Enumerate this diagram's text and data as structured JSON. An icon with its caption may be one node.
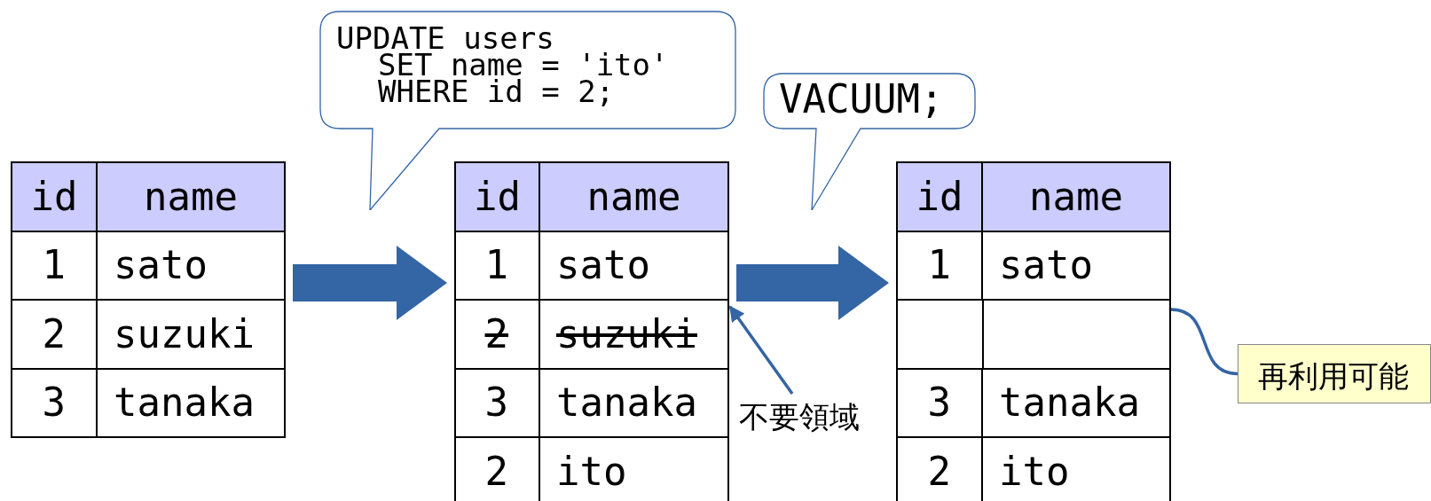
{
  "diagram": {
    "nodes": [
      {
        "text": [
          "id",
          "name",
          "1",
          "sato",
          "2",
          "suzuki",
          "3",
          "tanaka"
        ]
      },
      {
        "text": [
          "UPDATE users",
          "SET name = 'ito'",
          "WHERE id = 2;"
        ]
      },
      {
        "text": [
          "id",
          "name",
          "1",
          "sato",
          "2",
          "suzuki",
          "3",
          "tanaka",
          "2",
          "ito"
        ]
      },
      {
        "text": [
          "不要領域"
        ]
      },
      {
        "text": [
          "VACUUM;"
        ]
      },
      {
        "text": [
          "id",
          "name",
          "1",
          "sato",
          "3",
          "tanaka",
          "2",
          "ito"
        ]
      },
      {
        "text": [],
        "shape": "box",
        "in": 5
      },
      {
        "text": [
          "再利用可能"
        ]
      }
    ],
    "edges": [
      {
        "from": 0,
        "to": 2,
        "arrow": "to",
        "style": "thick"
      },
      {
        "from": 2,
        "to": 5,
        "arrow": "to",
        "style": "thick"
      },
      {
        "from": 3,
        "to": 2,
        "arrow": "to"
      },
      {
        "from": 7,
        "to": 6,
        "arrow": "none"
      }
    ]
  }
}
